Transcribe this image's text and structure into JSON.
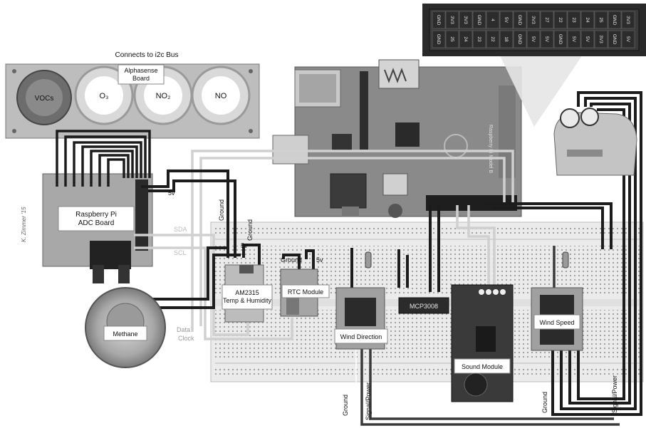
{
  "header": {
    "i2c_label": "Connects to i2c Bus"
  },
  "pinout": {
    "top_row": [
      "GND",
      "3V3",
      "3V3",
      "GND",
      "4",
      "5V",
      "GND",
      "3V3",
      "27",
      "22",
      "23",
      "24",
      "25",
      "GND",
      "3V3"
    ],
    "bottom_row": [
      "GND",
      "25",
      "24",
      "23",
      "22",
      "18",
      "GND",
      "5V",
      "5V",
      "GND",
      "5V",
      "5V",
      "3V3",
      "GND",
      "5V"
    ]
  },
  "alphasense": {
    "title": "Alphasense\nBoard",
    "sensors": [
      "VOCs",
      "O₃",
      "NO₂",
      "NO"
    ]
  },
  "adc_board": {
    "label": "Raspberry Pi\nADC Board",
    "signature": "K. Zimmer '15"
  },
  "wire_labels": {
    "five_v_left": "5v",
    "sda": "SDA",
    "scl": "SCL",
    "ground_vertical": "Ground",
    "ground_short": "Ground",
    "five_v_am": "5v",
    "ground_rtc": "Ground",
    "five_v_rtc": "5v",
    "data": "Data",
    "clock": "Clock",
    "ground_bottom_left": "Ground",
    "signal_power_left": "Signal/Power",
    "ground_bottom_right": "Ground",
    "signal_power_right": "Signal/Power"
  },
  "modules": {
    "am2315": "AM2315\nTemp & Humidity",
    "rtc": "RTC Module",
    "wind_direction": "Wind Direction",
    "mcp3008": "MCP3008",
    "sound": "Sound Module",
    "wind_speed": "Wind Speed",
    "methane": "Methane"
  },
  "raspberry_pi": {
    "silkscreen": "Raspberry Pi Model B"
  },
  "colors": {
    "wire_dark": "#1c1c1c",
    "wire_light": "#cfcfcf",
    "board": "#8a8a8a",
    "breadboard": "#ebebeb"
  }
}
